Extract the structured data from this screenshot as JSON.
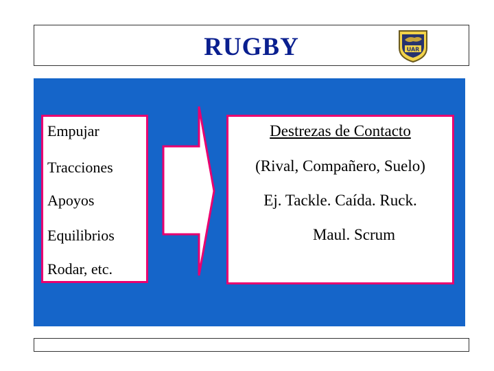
{
  "header": {
    "title": "RUGBY",
    "logo": {
      "icon": "uar-shield-icon",
      "text": "UAR"
    }
  },
  "left_list": {
    "items": [
      "Empujar",
      "Tracciones",
      "Apoyos",
      "Equilibrios",
      "Rodar, etc."
    ]
  },
  "right_box": {
    "heading": "Destrezas de Contacto",
    "lines": [
      "(Rival, Compañero, Suelo)",
      "Ej. Tackle. Caída. Ruck.",
      "Maul. Scrum"
    ]
  },
  "arrow": {
    "icon": "right-arrow-icon"
  },
  "colors": {
    "panel": "#1565c9",
    "border": "#e8006f",
    "title": "#0a1f8f"
  }
}
